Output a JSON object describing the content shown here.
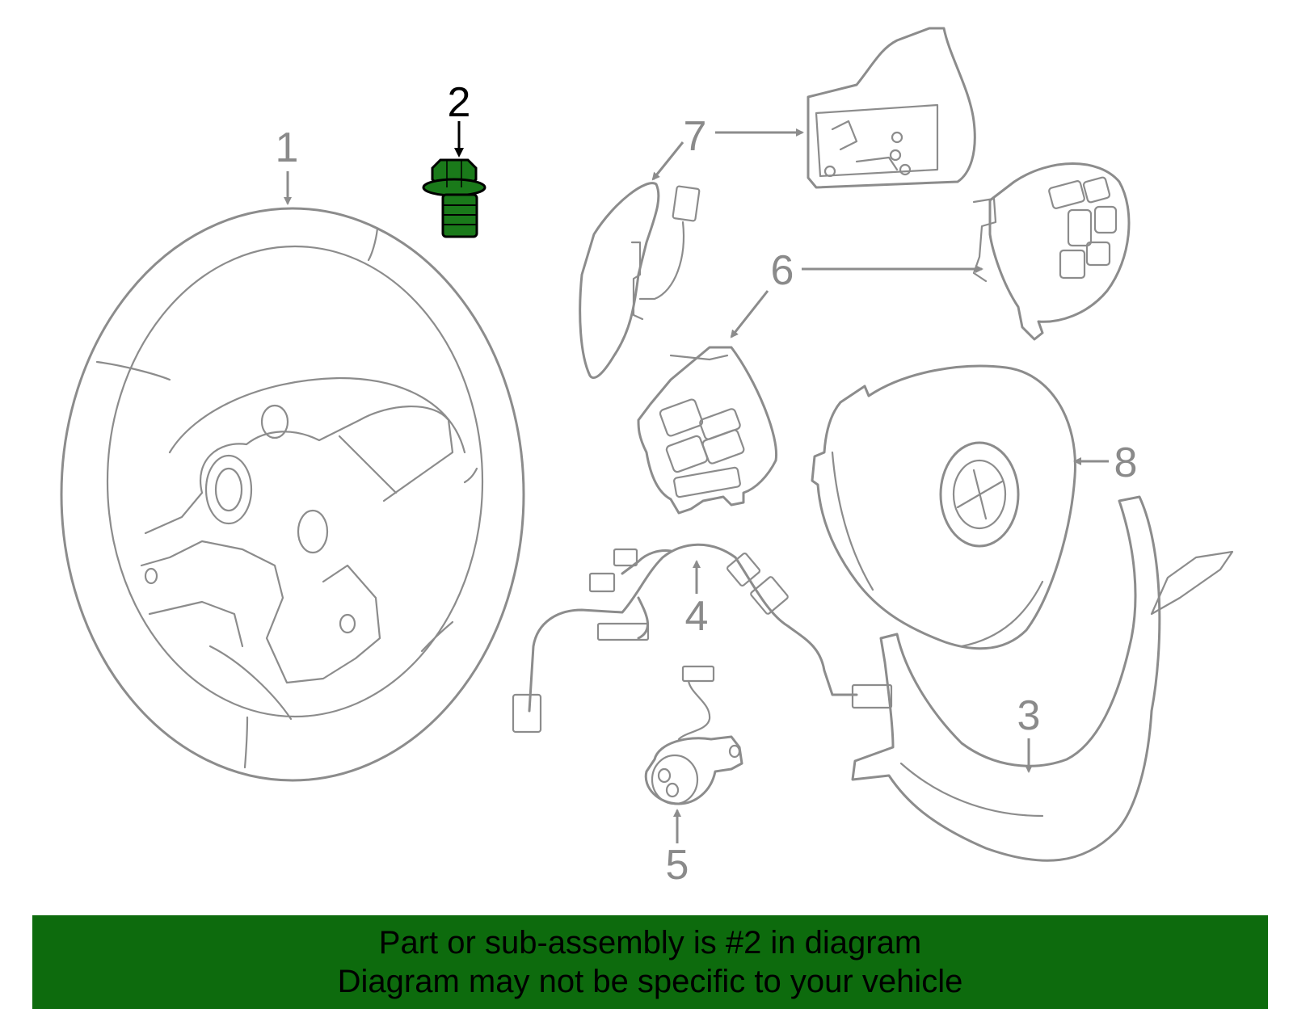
{
  "callouts": [
    {
      "id": "1",
      "label": "1"
    },
    {
      "id": "2",
      "label": "2"
    },
    {
      "id": "3",
      "label": "3"
    },
    {
      "id": "4",
      "label": "4"
    },
    {
      "id": "5",
      "label": "5"
    },
    {
      "id": "6",
      "label": "6"
    },
    {
      "id": "7",
      "label": "7"
    },
    {
      "id": "8",
      "label": "8"
    }
  ],
  "highlighted_part": "2",
  "colors": {
    "highlight": "#1a7a1a",
    "banner": "#0d6b0d",
    "line_art": "#8c8c8c"
  },
  "banner": {
    "line1": "Part or sub-assembly is #2 in diagram",
    "line2": "Diagram may not be specific to your vehicle"
  }
}
